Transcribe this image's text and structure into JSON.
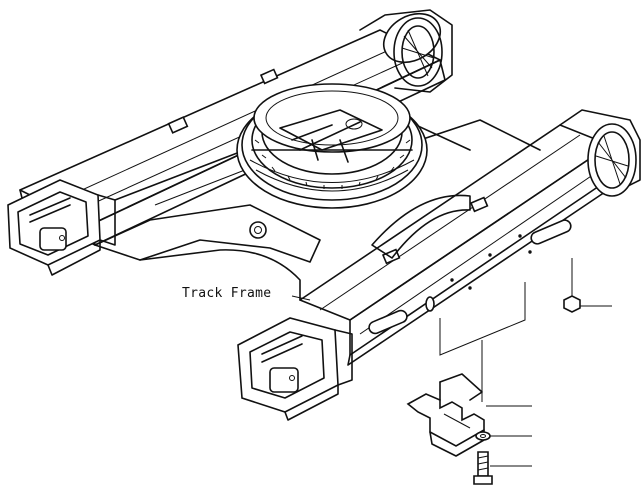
{
  "diagram": {
    "caption": "Track Frame",
    "colors": {
      "ink": "#111111",
      "paper": "#ffffff"
    },
    "parts": [
      {
        "name": "track-frame-assembly"
      },
      {
        "name": "nut"
      },
      {
        "name": "guard-bracket"
      },
      {
        "name": "washer"
      },
      {
        "name": "bolt"
      }
    ]
  }
}
